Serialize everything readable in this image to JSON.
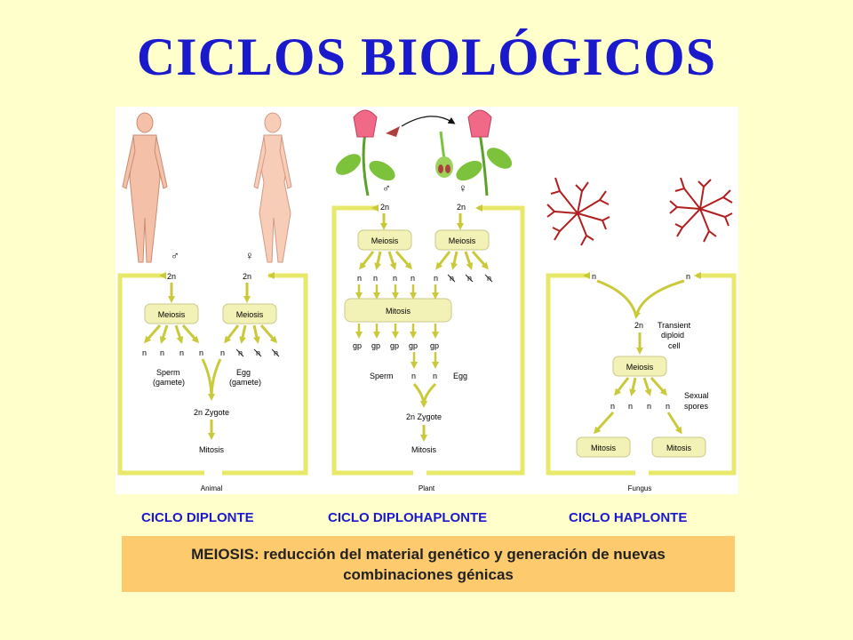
{
  "title": "CICLOS BIOLÓGICOS",
  "colors": {
    "title": "#1a1acc",
    "box": "#f3f2b6",
    "arrow": "#e8e86a",
    "note_bg": "#fdca6d",
    "fungus": "#b02020",
    "flower": "#f06a88",
    "leaf": "#7cc23a"
  },
  "animal": {
    "male_symbol": "♂",
    "female_symbol": "♀",
    "male_ploidy": "2n",
    "female_ploidy": "2n",
    "meiosis_male": "Meiosis",
    "meiosis_female": "Meiosis",
    "n": "n",
    "sperm": "Sperm",
    "sperm_sub": "(gamete)",
    "egg": "Egg",
    "egg_sub": "(gamete)",
    "zygote": "2n Zygote",
    "mitosis": "Mitosis",
    "label": "Animal"
  },
  "plant": {
    "male_symbol": "♂",
    "female_symbol": "♀",
    "male_ploidy": "2n",
    "female_ploidy": "2n",
    "meiosis_male": "Meiosis",
    "meiosis_female": "Meiosis",
    "n": "n",
    "mitosis_mid": "Mitosis",
    "gp": "gp",
    "sperm": "Sperm",
    "egg": "Egg",
    "zygote": "2n Zygote",
    "mitosis": "Mitosis",
    "label": "Plant"
  },
  "fungus": {
    "n_left": "n",
    "n_right": "n",
    "ploidy": "2n",
    "transient_1": "Transient",
    "transient_2": "diploid",
    "transient_3": "cell",
    "meiosis": "Meiosis",
    "n": "n",
    "sexual_1": "Sexual",
    "sexual_2": "spores",
    "mitosis_left": "Mitosis",
    "mitosis_right": "Mitosis",
    "label": "Fungus"
  },
  "captions": {
    "diplonte": "CICLO DIPLONTE",
    "diplohaplonte": "CICLO DIPLOHAPLONTE",
    "haplonte": "CICLO HAPLONTE"
  },
  "note": {
    "line1": "MEIOSIS: reducción del material genético y generación de nuevas",
    "line2": "combinaciones génicas"
  }
}
